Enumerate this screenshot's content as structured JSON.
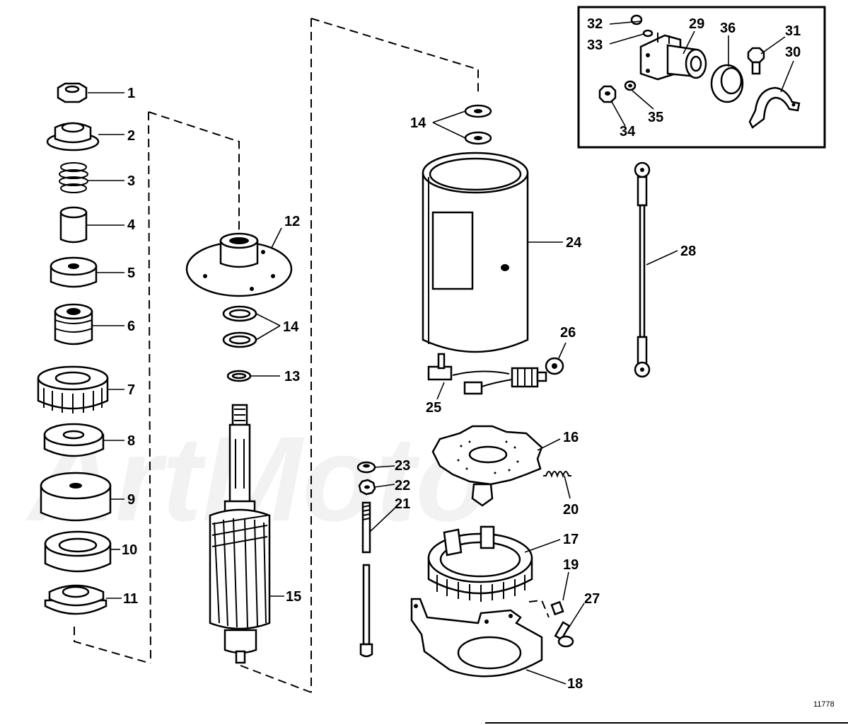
{
  "watermark": {
    "text": "ArtMoto"
  },
  "drawing_code": "11778",
  "callouts": [
    {
      "id": "c1",
      "text": "1"
    },
    {
      "id": "c2",
      "text": "2"
    },
    {
      "id": "c3",
      "text": "3"
    },
    {
      "id": "c4",
      "text": "4"
    },
    {
      "id": "c5",
      "text": "5"
    },
    {
      "id": "c6",
      "text": "6"
    },
    {
      "id": "c7",
      "text": "7"
    },
    {
      "id": "c8",
      "text": "8"
    },
    {
      "id": "c9",
      "text": "9"
    },
    {
      "id": "c10",
      "text": "10"
    },
    {
      "id": "c11",
      "text": "11"
    },
    {
      "id": "c12",
      "text": "12"
    },
    {
      "id": "c13",
      "text": "13"
    },
    {
      "id": "c14a",
      "text": "14"
    },
    {
      "id": "c14b",
      "text": "14"
    },
    {
      "id": "c15",
      "text": "15"
    },
    {
      "id": "c16",
      "text": "16"
    },
    {
      "id": "c17",
      "text": "17"
    },
    {
      "id": "c18",
      "text": "18"
    },
    {
      "id": "c19",
      "text": "19"
    },
    {
      "id": "c20",
      "text": "20"
    },
    {
      "id": "c21",
      "text": "21"
    },
    {
      "id": "c22",
      "text": "22"
    },
    {
      "id": "c23",
      "text": "23"
    },
    {
      "id": "c24",
      "text": "24"
    },
    {
      "id": "c25",
      "text": "25"
    },
    {
      "id": "c26",
      "text": "26"
    },
    {
      "id": "c27",
      "text": "27"
    },
    {
      "id": "c28",
      "text": "28"
    },
    {
      "id": "c29",
      "text": "29"
    },
    {
      "id": "c30",
      "text": "30"
    },
    {
      "id": "c31",
      "text": "31"
    },
    {
      "id": "c32",
      "text": "32"
    },
    {
      "id": "c33",
      "text": "33"
    },
    {
      "id": "c34",
      "text": "34"
    },
    {
      "id": "c35",
      "text": "35"
    },
    {
      "id": "c36",
      "text": "36"
    }
  ]
}
